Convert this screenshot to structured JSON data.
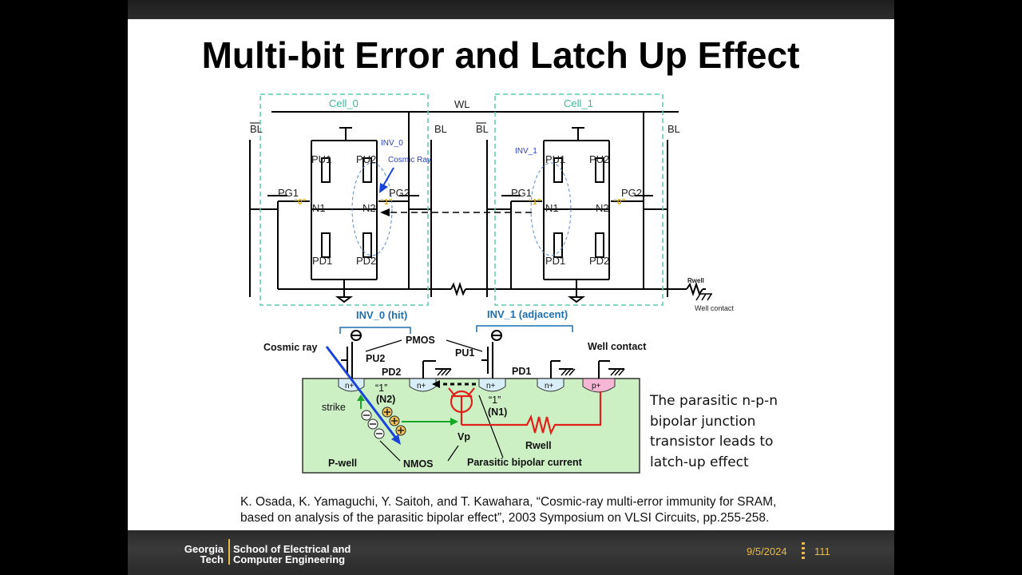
{
  "slide": {
    "title": "Multi-bit Error and Latch Up Effect",
    "caption": "The parasitic n-p-n bipolar junction transistor leads to latch-up effect",
    "reference_line1": "K. Osada, K. Yamaguchi, Y. Saitoh, and T. Kawahara, “Cosmic-ray multi-error immunity for SRAM,",
    "reference_line2": "based on analysis of the parasitic bipolar effect”, 2003 Symposium on VLSI Circuits, pp.255-258."
  },
  "circuit": {
    "cell0": "Cell_0",
    "cell1": "Cell_1",
    "wl": "WL",
    "blb": "BL",
    "bl": "BL",
    "pu1": "PU1",
    "pu2": "PU2",
    "pg1": "PG1",
    "pg2": "PG2",
    "pd1": "PD1",
    "pd2": "PD2",
    "n1": "N1",
    "n2": "N2",
    "zero": "“0”",
    "one": "“1”",
    "inv0": "INV_0",
    "inv1": "INV_1",
    "cosmic_ray": "Cosmic Ray",
    "rwell": "Rwell",
    "well_contact": "Well contact"
  },
  "cross_section": {
    "inv0_hit": "INV_0 (hit)",
    "inv1_adjacent": "INV_1 (adjacent)",
    "cosmic_ray": "Cosmic ray",
    "pmos": "PMOS",
    "pu2": "PU2",
    "pu1": "PU1",
    "pd2": "PD2",
    "pd1": "PD1",
    "well_contact": "Well contact",
    "nplus": "n+",
    "pplus": "p+",
    "one": "“1”",
    "n2": "(N2)",
    "n1": "(N1)",
    "strike": "strike",
    "vp": "Vp",
    "rwell": "Rwell",
    "pwell": "P-well",
    "nmos": "NMOS",
    "parasitic_current": "Parasitic bipolar current"
  },
  "footer": {
    "logo_left1": "Georgia",
    "logo_left2": "Tech",
    "logo_right1": "School of Electrical and",
    "logo_right2": "Computer Engineering",
    "date": "9/5/2024",
    "page": "111"
  },
  "colors": {
    "cell_box": "#5fc9b0",
    "cosmic_ray": "#1a44d8",
    "parasitic": "#e0201a",
    "pwell_fill": "#ccf0c4",
    "nplus_fill": "#d7eef8",
    "pplus_fill": "#f6b7d4",
    "accent_gold": "#e7b84a",
    "label_blue": "#1f6fb0"
  }
}
